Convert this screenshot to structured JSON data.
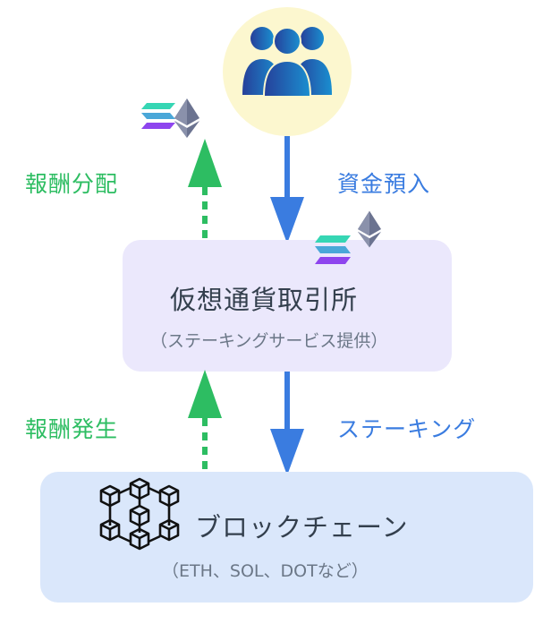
{
  "diagram": {
    "title": "仮想通貨ステーキングの仕組み",
    "nodes": {
      "users": {
        "icon": "users-group-icon"
      },
      "exchange": {
        "title": "仮想通貨取引所",
        "subtitle": "（ステーキングサービス提供）",
        "icons": [
          "solana-icon",
          "ethereum-icon"
        ]
      },
      "blockchain": {
        "title": "ブロックチェーン",
        "subtitle": "（ETH、SOL、DOTなど）",
        "icon": "blockchain-network-icon"
      }
    },
    "edges": [
      {
        "from": "users",
        "to": "exchange",
        "label": "資金預入",
        "style": "solid",
        "color": "#3a7ce0"
      },
      {
        "from": "exchange",
        "to": "blockchain",
        "label": "ステーキング",
        "style": "solid",
        "color": "#3a7ce0"
      },
      {
        "from": "blockchain",
        "to": "exchange",
        "label": "報酬発生",
        "style": "dashed",
        "color": "#2dbd62"
      },
      {
        "from": "exchange",
        "to": "users",
        "label": "報酬分配",
        "style": "dashed",
        "color": "#2dbd62",
        "icons": [
          "solana-icon",
          "ethereum-icon"
        ]
      }
    ],
    "colors": {
      "flow_blue": "#3a7ce0",
      "reward_green": "#2dbd62",
      "users_bg": "#fcf7cf",
      "exchange_bg": "#ebe8fc",
      "blockchain_bg": "#dae7fb"
    }
  }
}
